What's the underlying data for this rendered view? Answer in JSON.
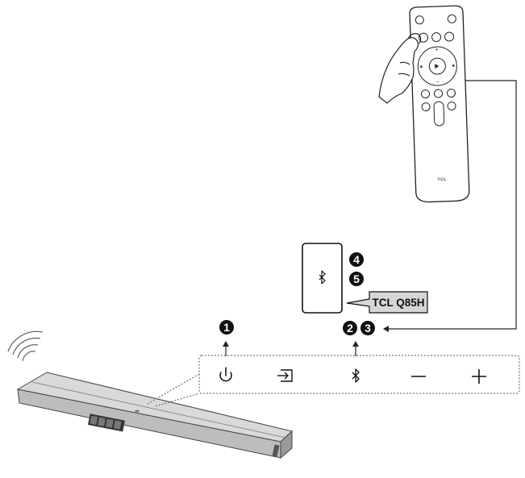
{
  "diagram": {
    "device_label": "TCL Q85H",
    "remote_brand": "TCL",
    "steps": [
      "1",
      "2",
      "3",
      "4",
      "5"
    ],
    "panel_buttons": [
      {
        "icon": "power-icon"
      },
      {
        "icon": "input-source-icon"
      },
      {
        "icon": "bluetooth-icon"
      },
      {
        "icon": "volume-down-icon"
      },
      {
        "icon": "volume-up-icon"
      }
    ],
    "colors": {
      "line": "#333333",
      "badge": "#111111",
      "label_bg": "#d6d6d6",
      "soundbar": "#c9c9c9",
      "soundbar_dark": "#8c8c8c"
    }
  }
}
